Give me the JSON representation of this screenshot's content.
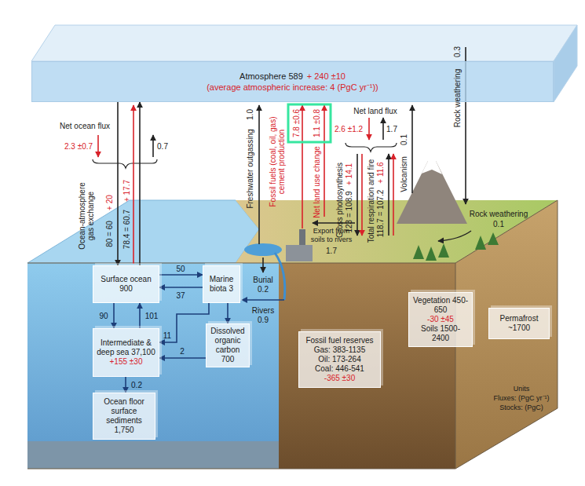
{
  "diagram": {
    "nodes": [
      {
        "text": [
          "Atmosphere 589",
          "+ 240 ±10",
          "(average atmospheric increase: 4 (PgC yr⁻¹))"
        ]
      },
      {
        "text": [
          "Surface ocean 900"
        ]
      },
      {
        "text": [
          "Marine biota 3"
        ]
      },
      {
        "text": [
          "Intermediate & deep sea 37,100",
          "+155 ±30"
        ]
      },
      {
        "text": [
          "Dissolved organic carbon 700"
        ]
      },
      {
        "text": [
          "Ocean floor surface sediments 1,750"
        ]
      },
      {
        "text": [
          "Fossil fuel reserves",
          "Gas: 383-1135",
          "Oil: 173-264",
          "Coal: 446-541",
          "-365 ±30"
        ]
      },
      {
        "text": [
          "Vegetation 450-650",
          "-30 ±45",
          "Soils 1500-2400"
        ]
      },
      {
        "text": [
          "Permafrost ~1700"
        ]
      }
    ],
    "edges": [
      {
        "from": 0,
        "to": 1,
        "arrow": "to",
        "label": "80 = 60"
      },
      {
        "from": 1,
        "to": 0,
        "arrow": "to",
        "label": "78.4 = 60.7"
      },
      {
        "from": 1,
        "to": 2,
        "arrow": "to",
        "label": "50"
      },
      {
        "from": 2,
        "to": 1,
        "arrow": "to",
        "label": "37"
      },
      {
        "from": 1,
        "to": 3,
        "arrow": "to",
        "label": "90"
      },
      {
        "from": 3,
        "to": 1,
        "arrow": "to",
        "label": "101"
      },
      {
        "from": 2,
        "to": 3,
        "arrow": "to",
        "label": "11"
      },
      {
        "from": 2,
        "to": 4,
        "arrow": "to"
      },
      {
        "from": 4,
        "to": 3,
        "arrow": "to",
        "label": "2"
      },
      {
        "from": 3,
        "to": 5,
        "arrow": "to",
        "label": "0.2"
      }
    ],
    "labels": [
      "Net ocean flux",
      "2.3 ±0.7",
      "0.7",
      "Ocean-atmosphere gas exchange",
      "+ 20",
      "+ 17.7",
      "Freshwater outgassing",
      "1.0",
      "Fossil fuels (coal, oil, gas) cement production",
      "7.8 ±0.6",
      "Net land use change",
      "1.1 ±0.8",
      "Net land flux",
      "2.6 ±1.2",
      "1.7",
      "Gross photosynthesis",
      "123 = 108.9",
      "+ 14.1",
      "Total respiration and fire",
      "118.7 = 107.2",
      "+ 11.6",
      "Volcanism",
      "0.1",
      "Rock weathering",
      "0.3",
      "Rock weathering",
      "0.1",
      "Export from soils to rivers",
      "1.7",
      "Burial",
      "0.2",
      "Rivers",
      "0.9",
      "Units",
      "Fluxes: (PgC yr⁻¹)",
      "Stocks: (PgC)"
    ]
  }
}
